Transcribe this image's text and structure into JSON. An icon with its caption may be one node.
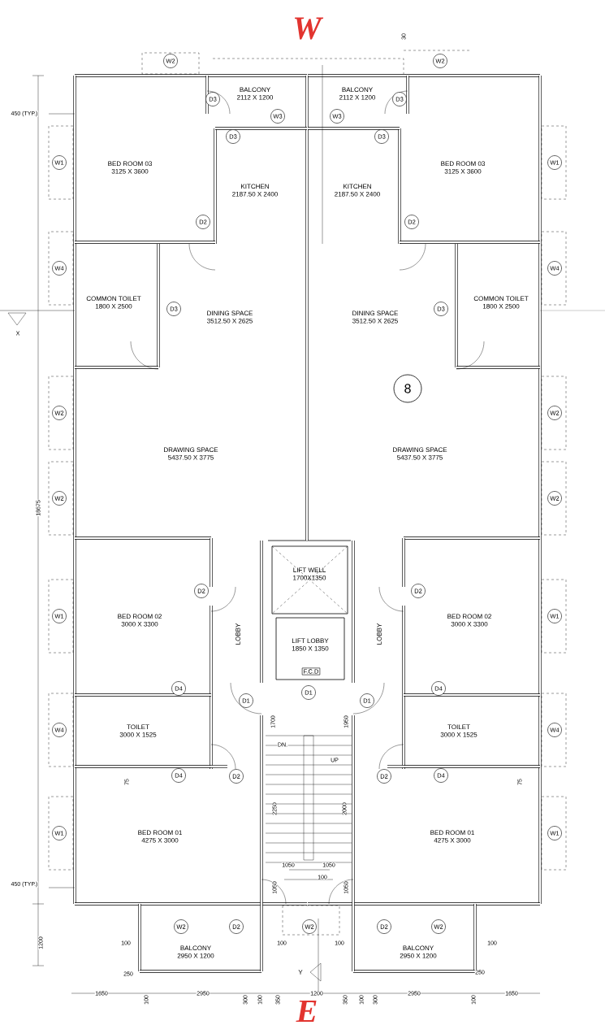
{
  "diagram": {
    "nodes": [
      {
        "text": [
          "W2"
        ]
      },
      {
        "text": [
          "W2"
        ]
      },
      {
        "text": [
          "BALCONY",
          "2112 X 1200"
        ]
      },
      {
        "text": [
          "BALCONY",
          "2112 X 1200"
        ]
      },
      {
        "text": [
          "D3"
        ]
      },
      {
        "text": [
          "D3"
        ]
      },
      {
        "text": [
          "W3"
        ]
      },
      {
        "text": [
          "W3"
        ]
      },
      {
        "text": [
          "D3"
        ]
      },
      {
        "text": [
          "D3"
        ]
      },
      {
        "text": [
          "BED ROOM 03",
          "3125 X 3600"
        ]
      },
      {
        "text": [
          "KITCHEN",
          "2187.50 X 2400"
        ]
      },
      {
        "text": [
          "KITCHEN",
          "2187.50 X 2400"
        ]
      },
      {
        "text": [
          "BED ROOM 03",
          "3125 X 3600"
        ]
      },
      {
        "text": [
          "W1"
        ]
      },
      {
        "text": [
          "W1"
        ]
      },
      {
        "text": [
          "D2"
        ]
      },
      {
        "text": [
          "D2"
        ]
      },
      {
        "text": [
          "W4"
        ]
      },
      {
        "text": [
          "W4"
        ]
      },
      {
        "text": [
          "COMMON TOILET",
          "1800 X 2500"
        ]
      },
      {
        "text": [
          "D3"
        ]
      },
      {
        "text": [
          "DINING SPACE",
          "3512.50 X 2625"
        ]
      },
      {
        "text": [
          "DINING SPACE",
          "3512.50 X 2625"
        ]
      },
      {
        "text": [
          "D3"
        ]
      },
      {
        "text": [
          "COMMON TOILET",
          "1800 X 2500"
        ]
      },
      {
        "text": [
          "8"
        ]
      },
      {
        "text": [
          "W2"
        ]
      },
      {
        "text": [
          "W2"
        ]
      },
      {
        "text": [
          "DRAWING SPACE",
          "5437.50 X 3775"
        ]
      },
      {
        "text": [
          "DRAWING SPACE",
          "5437.50 X 3775"
        ]
      },
      {
        "text": [
          "W2"
        ]
      },
      {
        "text": [
          "W2"
        ]
      },
      {
        "text": [
          "LIFT WELL",
          "1700X1350"
        ]
      },
      {
        "text": [
          "D2"
        ]
      },
      {
        "text": [
          "D2"
        ]
      },
      {
        "text": [
          "BED ROOM 02",
          "3000 X 3300"
        ]
      },
      {
        "text": [
          "BED ROOM 02",
          "3000 X 3300"
        ]
      },
      {
        "text": [
          "W1"
        ]
      },
      {
        "text": [
          "W1"
        ]
      },
      {
        "text": [
          "LIFT LOBBY",
          "1850 X 1350"
        ]
      },
      {
        "text": [
          "F.C.D"
        ]
      },
      {
        "text": [
          "D4"
        ]
      },
      {
        "text": [
          "D4"
        ]
      },
      {
        "text": [
          "D1"
        ]
      },
      {
        "text": [
          "D1"
        ]
      },
      {
        "text": [
          "D1"
        ]
      },
      {
        "text": [
          "TOILET",
          "3000 X 1525"
        ]
      },
      {
        "text": [
          "TOILET",
          "3000 X 1525"
        ]
      },
      {
        "text": [
          "W4"
        ]
      },
      {
        "text": [
          "W4"
        ]
      },
      {
        "text": [
          "D4"
        ]
      },
      {
        "text": [
          "D2"
        ]
      },
      {
        "text": [
          "D2"
        ]
      },
      {
        "text": [
          "D4"
        ]
      },
      {
        "text": [
          "W1"
        ]
      },
      {
        "text": [
          "BED ROOM 01",
          "4275 X 3000"
        ]
      },
      {
        "text": [
          "BED ROOM 01",
          "4275 X 3000"
        ]
      },
      {
        "text": [
          "W1"
        ]
      },
      {
        "text": [
          "W2"
        ]
      },
      {
        "text": [
          "D2"
        ]
      },
      {
        "text": [
          "W2"
        ]
      },
      {
        "text": [
          "D2"
        ]
      },
      {
        "text": [
          "W2"
        ]
      },
      {
        "text": [
          "BALCONY",
          "2950 X 1200"
        ]
      },
      {
        "text": [
          "BALCONY",
          "2950 X 1200"
        ]
      }
    ],
    "labels": [
      "W",
      "30",
      "450 (TYP.)",
      "X",
      "18675",
      "LOBBY",
      "LOBBY",
      "1700",
      "1950",
      "DN.",
      "UP",
      "75",
      "75",
      "2250",
      "2000",
      "1050",
      "1050",
      "100",
      "1050",
      "1050",
      "450 (TYP.)",
      "1200",
      "100",
      "100",
      "100",
      "100",
      "250",
      "Y",
      "250",
      "1650",
      "100",
      "2950",
      "300",
      "100",
      "350",
      "1200",
      "350",
      "100",
      "300",
      "2950",
      "100",
      "1650",
      "E"
    ]
  }
}
